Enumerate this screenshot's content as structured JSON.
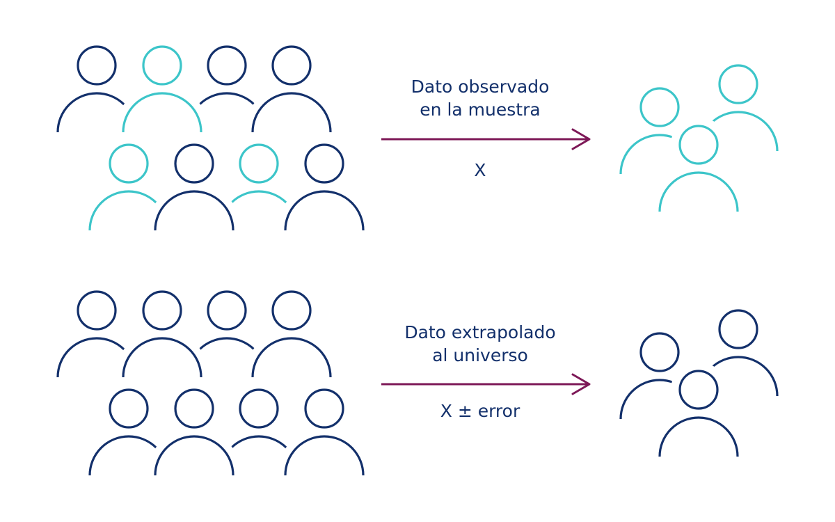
{
  "colors": {
    "navy": "#13306b",
    "teal": "#3cc5c9",
    "arrow": "#7d1857",
    "background": "#ffffff"
  },
  "top": {
    "label_line1": "Dato observado",
    "label_line2": "en la muestra",
    "value": "X",
    "population": [
      "navy",
      "teal",
      "navy",
      "navy",
      "teal",
      "navy",
      "teal",
      "navy"
    ],
    "sample": [
      "teal",
      "teal",
      "teal"
    ]
  },
  "bottom": {
    "label_line1": "Dato extrapolado",
    "label_line2": "al universo",
    "value": "X ± error",
    "population": [
      "navy",
      "navy",
      "navy",
      "navy",
      "navy",
      "navy",
      "navy",
      "navy"
    ],
    "sample": [
      "navy",
      "navy",
      "navy"
    ]
  }
}
